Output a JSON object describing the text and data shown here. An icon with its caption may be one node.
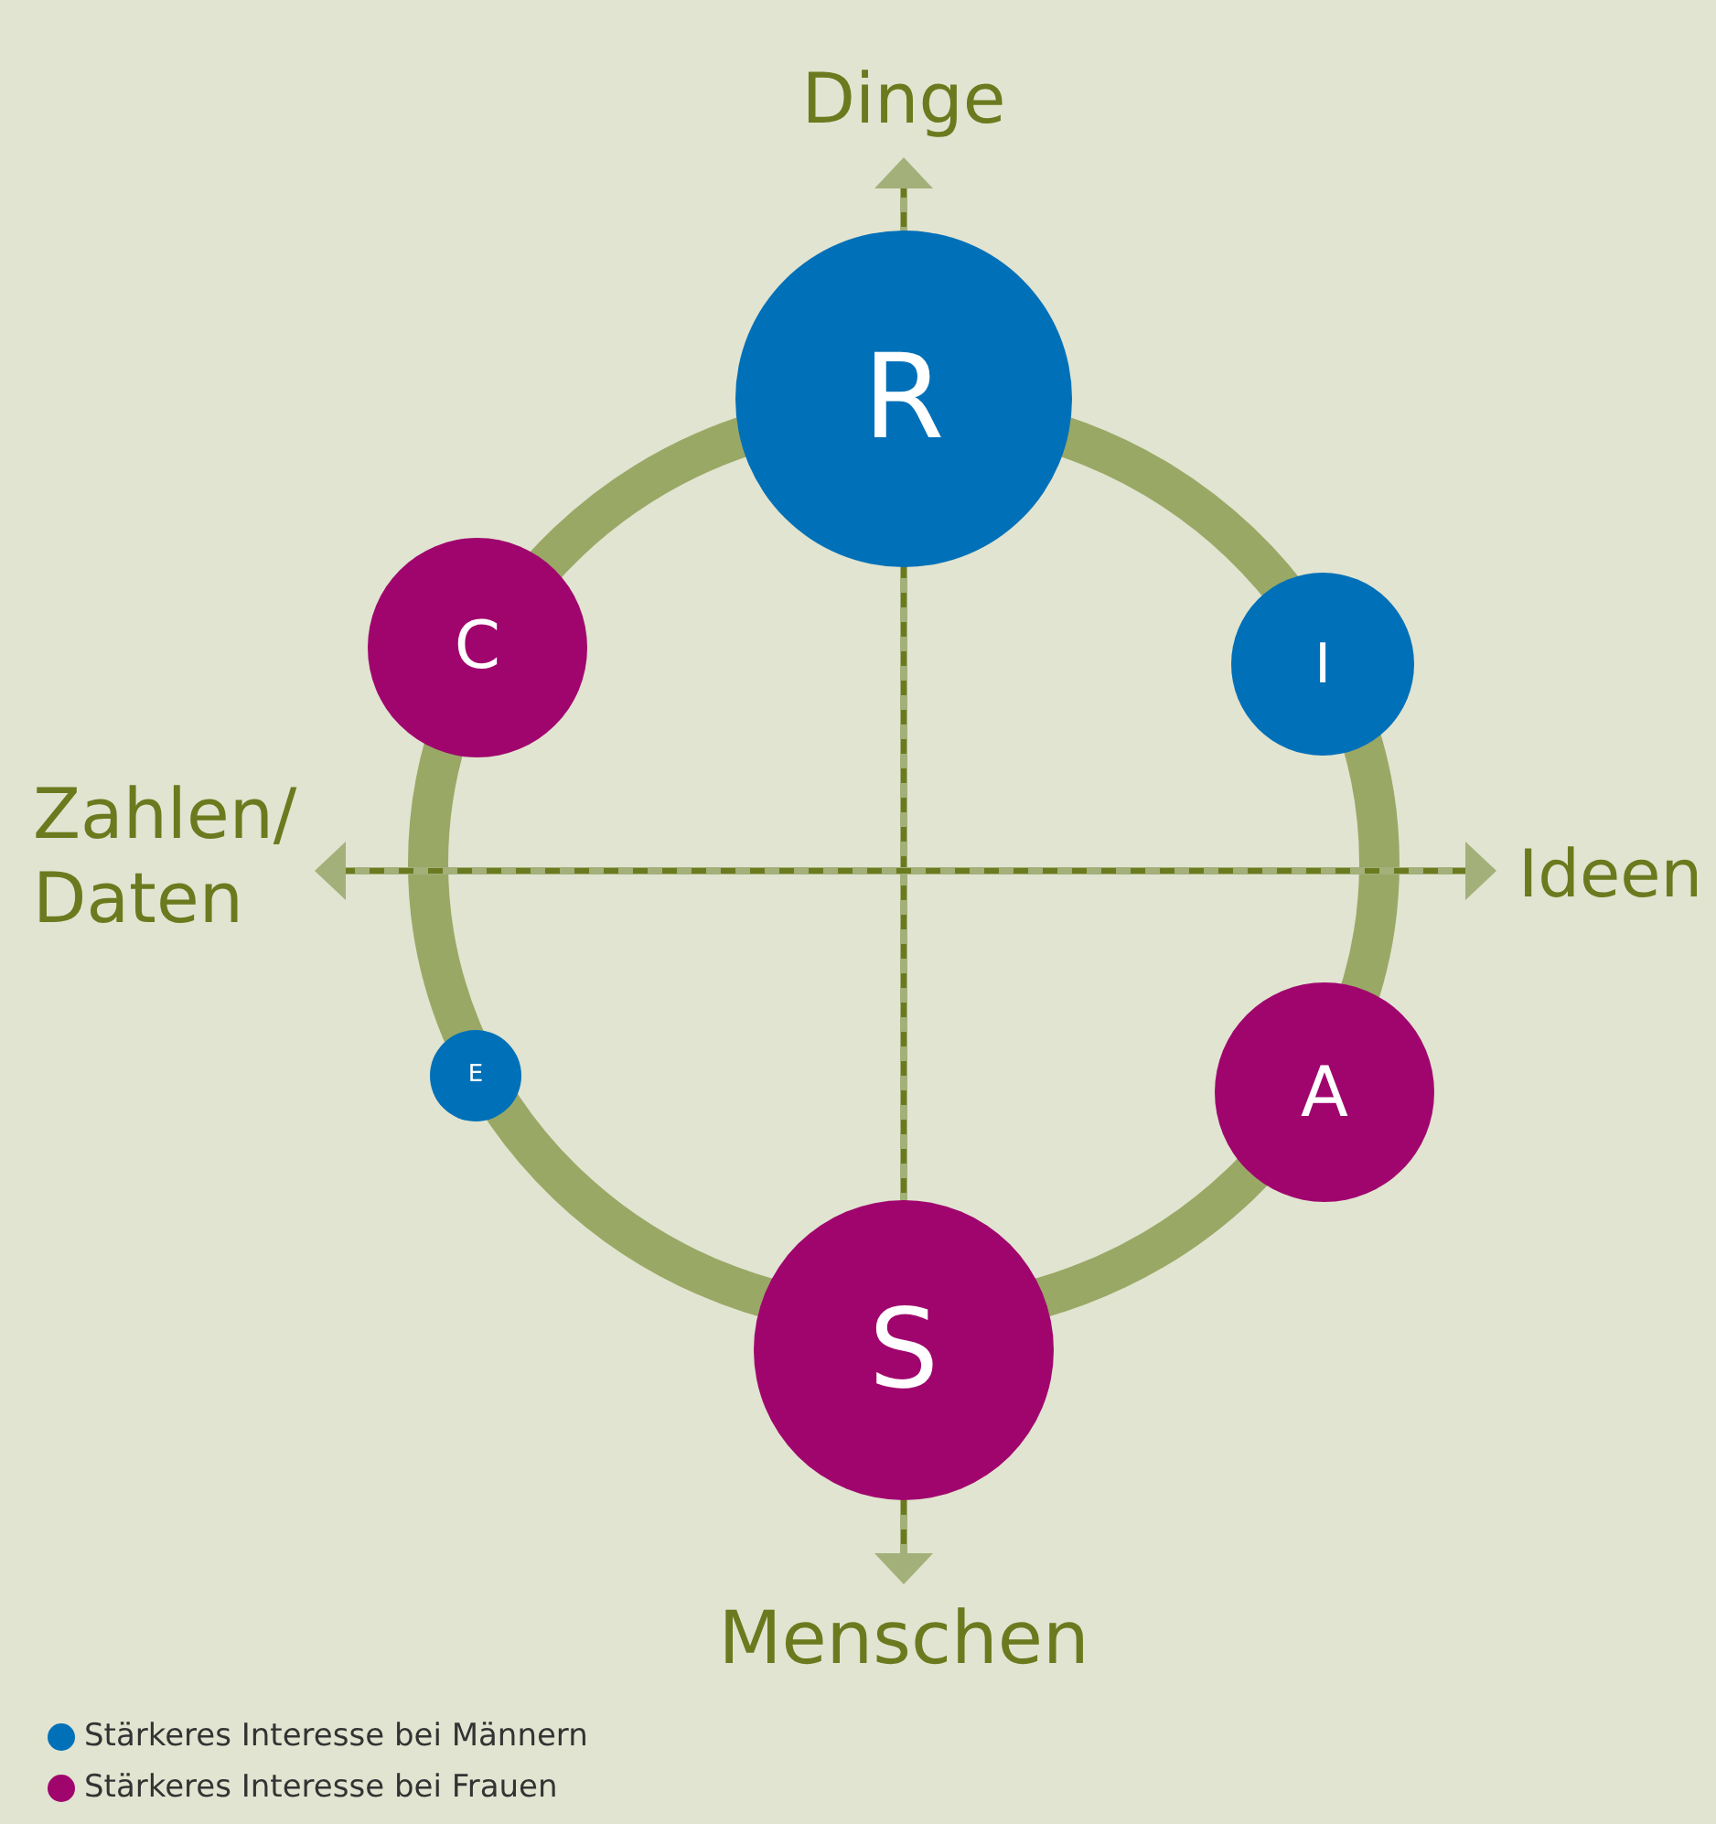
{
  "diagram": {
    "nodes": [
      {
        "text": [
          "R"
        ]
      },
      {
        "text": [
          "C"
        ]
      },
      {
        "text": [
          "I"
        ]
      },
      {
        "text": [
          "E"
        ]
      },
      {
        "text": [
          "A"
        ]
      },
      {
        "text": [
          "S"
        ]
      }
    ],
    "labels": [
      "Dinge",
      "Zahlen/ Daten",
      "Ideen",
      "Menschen"
    ],
    "legend": [
      {
        "text": "Stärkeres Interesse bei Männern",
        "color": "#0070b8"
      },
      {
        "text": "Stärkeres Interesse bei Frauen",
        "color": "#a0056e"
      }
    ]
  }
}
